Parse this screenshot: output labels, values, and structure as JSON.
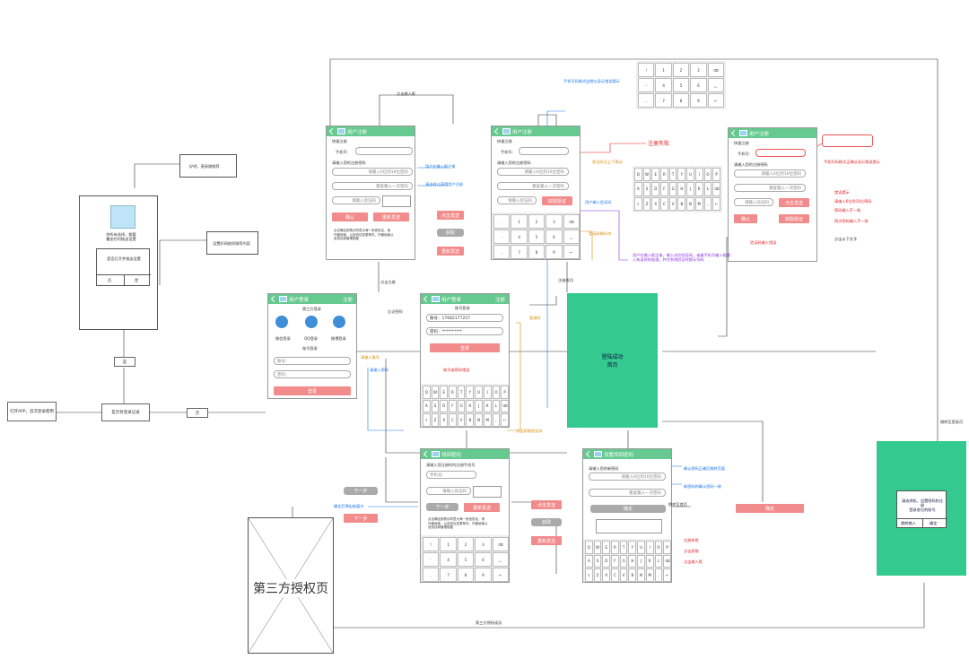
{
  "flow": {
    "open_app": "打开APP，首次登录使用",
    "check_login": "是否有登录记录",
    "yes": "是",
    "no": "否",
    "login_success_home": "登陆成功\n首页",
    "third_party_page": "第三方授权页",
    "third_auth_success": "第三方授权成功",
    "click_register": "点击注册",
    "click_login_entry": "点击输入框",
    "register_success": "注册成功",
    "forgot_pwd": "忘记密码",
    "register_fail": "注册失败",
    "back_login": "跳转至登录页"
  },
  "splash": {
    "text": "你所有选择，都要\n叠加任何推送设置",
    "question": "是否打开并推送设置",
    "no": "否",
    "yes": "是",
    "note1": "好吧，直接跳推荐",
    "note2": "设置好网络同推荐内容"
  },
  "login_phone": {
    "title": "用户登录",
    "register": "注册",
    "third_login": "第三方登录",
    "wechat": "微信登录",
    "qq": "QQ登录",
    "weibo": "微博登录",
    "account_login": "账号登录",
    "phone_label": "账号：",
    "pwd_label": "密码：",
    "login_btn": "登录"
  },
  "login_filled": {
    "title": "用户登录",
    "register": "注册",
    "account_login": "账号登录",
    "phone_value": "账号：17682177257",
    "pwd_value": "密码：**********",
    "login_btn": "登录"
  },
  "register1": {
    "title": "用户注册",
    "subtitle": "快速注册",
    "phone": "手机号：",
    "pwd_hint": "请输入您的注册密码",
    "pwd1": "请输入6位到16位密码",
    "pwd2": "重复输入一次密码",
    "verify": "请输入验证码",
    "confirm": "确认",
    "cancel": "重新发送",
    "agreement": "点击确定即表示同意大海一系统协议，请\n仔细阅读，以及协议变更条件，仔细阅读以\n及协议和管理制度",
    "send_code": "点击发送",
    "get": "获取",
    "resend": "重新发送"
  },
  "register2": {
    "title": "用户注册",
    "subtitle": "快速注册",
    "phone": "手机号：",
    "pwd_hint": "请输入您的注册密码",
    "pwd1": "请输入6位到16位密码",
    "pwd2": "重复输入一次密码",
    "verify": "请输入验证码",
    "send": "获取验证"
  },
  "register3": {
    "title": "用户注册",
    "subtitle": "快速注册",
    "phone": "手机号：",
    "pwd_hint": "请输入您的注册密码",
    "pwd1": "请输入6位到16位密码",
    "pwd2": "重复输入一次密码",
    "verify": "请输入验证码",
    "send": "点击发送",
    "confirm": "确认",
    "reget": "获取验证"
  },
  "forgot": {
    "title": "找回密码",
    "hint": "请输入您注册时的注册手机号",
    "phone": "手机号：",
    "verify": "请输入验证码",
    "next": "下一步",
    "cancel": "重新发送",
    "agreement": "点击确定即表示同意大海一系统协议，请\n仔细阅读，以及协议变更条件，仔细阅读以\n及协议和管理制度",
    "send": "点击发送",
    "get": "获取",
    "resend": "重新发送",
    "next2": "下一步",
    "next3": "下一步"
  },
  "reset": {
    "title": "设置找回密码",
    "hint": "请输入您的新密码",
    "pwd1": "请输入6位到16位密码",
    "pwd2": "重复输入一次密码",
    "confirm": "确定",
    "confirm2": "确定"
  },
  "bind": {
    "text": "请选择机，设置密码和注册\n登录各位的账号",
    "btn1": "跳转输入",
    "btn2": "确定"
  },
  "notes": {
    "n1": "点击输入框",
    "n2": "手机号码格式出错以显示错误提示",
    "n3": "注册失败",
    "n4": "用户在输入框注册",
    "n5": "请选择以获得用户注册",
    "n6": "点击获取",
    "n7": "手机号码格式正确以显示错误提示",
    "n8": "两次密码输入不一致",
    "n9": "用户在输入框注册，输入对应验证码，或者手机号输入框输入有误时的处理。并在系统验证时提示号码",
    "n10": "用户输入验证码",
    "n11": "验证码点上下滑动",
    "n12": "验证码输入错误",
    "n13": "点击获取验证码",
    "n14": "验证码倒计时",
    "n15": "密码输入不一致",
    "n16": "错误提示",
    "n17": "请输入6位到16位密码",
    "n18": "账号或密码错误",
    "n19": "点击以下文字",
    "n20": "请输入账号",
    "n21": "请输入密码",
    "n22": "登录时",
    "n23": "确定后弹出新窗口",
    "n24": "确认密码正确后跳转页面",
    "n25": "新密码和确认密码一致",
    "n26": "跳转至首页"
  }
}
